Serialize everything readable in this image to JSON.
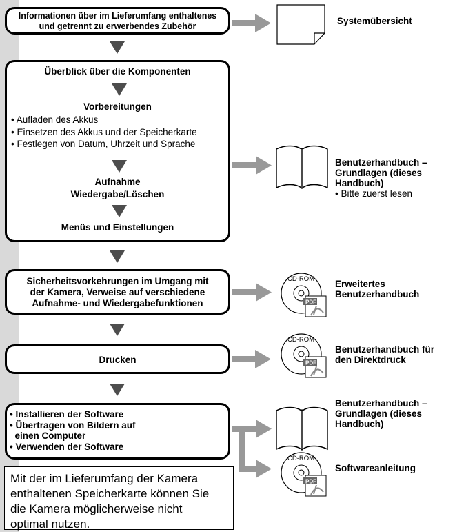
{
  "flow": {
    "box1": {
      "line1": "Informationen über im Lieferumfang enthaltenes",
      "line2": "und getrennt zu erwerbendes Zubehör"
    },
    "box2": {
      "title1": "Überblick über die Komponenten",
      "title2": "Vorbereitungen",
      "bullets": [
        "• Aufladen des Akkus",
        "• Einsetzen des Akkus und der Speicherkarte",
        "• Festlegen von Datum, Uhrzeit und Sprache"
      ],
      "title3a": "Aufnahme",
      "title3b": "Wiedergabe/Löschen",
      "title4": "Menüs und Einstellungen"
    },
    "box3": {
      "line1": "Sicherheitsvorkehrungen im Umgang mit",
      "line2": "der Kamera, Verweise auf verschiedene",
      "line3": "Aufnahme- und Wiedergabefunktionen"
    },
    "box4": {
      "line1": "Drucken"
    },
    "box5": {
      "items": [
        "• Installieren der Software",
        "• Übertragen von Bildern auf",
        "  einen Computer",
        "• Verwenden der Software"
      ]
    }
  },
  "docs": {
    "d1": {
      "title": "Systemübersicht"
    },
    "d2": {
      "line1": "Benutzerhandbuch –",
      "line2": "Grundlagen (dieses",
      "line3": "Handbuch)",
      "note": "• Bitte zuerst lesen"
    },
    "d3": {
      "line1": "Erweitertes",
      "line2": "Benutzerhandbuch"
    },
    "d4": {
      "line1": "Benutzerhandbuch für",
      "line2": "den Direktdruck"
    },
    "d5": {
      "line1": "Benutzerhandbuch –",
      "line2": "Grundlagen (dieses",
      "line3": "Handbuch)"
    },
    "d6": {
      "title": "Softwareanleitung"
    }
  },
  "icons": {
    "cd_label": "CD-ROM",
    "pdf_label": "PDF"
  },
  "note_box": {
    "line1": "Mit der im Lieferumfang der Kamera",
    "line2": "enthaltenen Speicherkarte können Sie",
    "line3": "die Kamera möglicherweise nicht",
    "line4": "optimal nutzen."
  },
  "colors": {
    "arrow": "#999999",
    "triangle": "#4d4d4d",
    "sidebar": "#d9d9d9"
  }
}
